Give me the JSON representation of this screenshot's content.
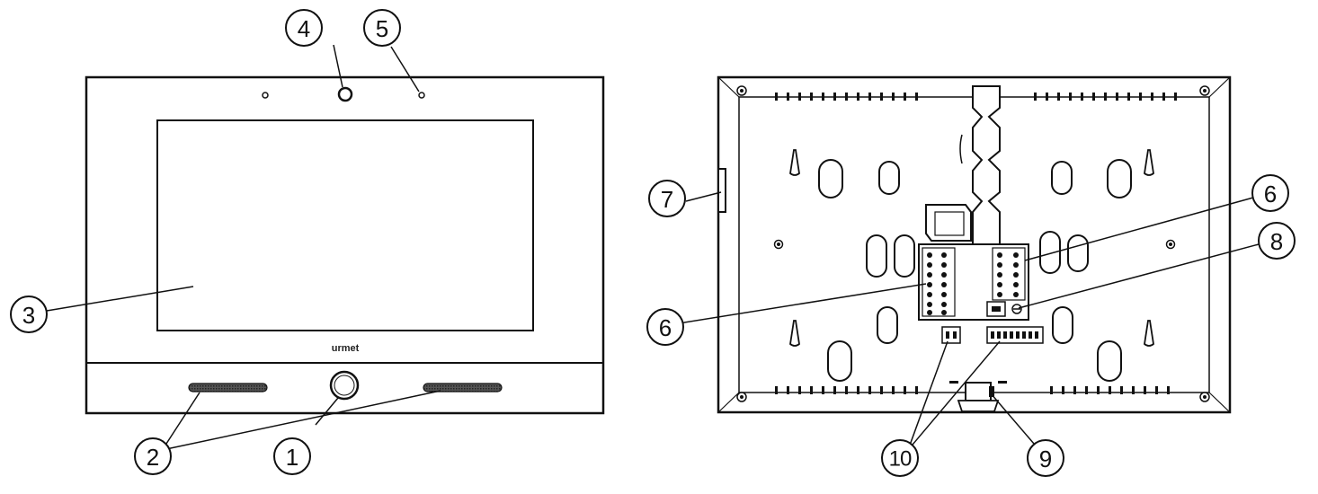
{
  "front_view": {
    "brand_logo": "urmet",
    "callouts": [
      "1",
      "2",
      "3",
      "4",
      "5"
    ]
  },
  "rear_view": {
    "callouts": [
      "6",
      "6",
      "7",
      "8",
      "9",
      "10"
    ]
  },
  "icons": [
    "camera-lens-icon",
    "led-indicator-icon",
    "speaker-grille-icon",
    "home-button-icon",
    "terminal-block-icon",
    "dip-switch-icon"
  ]
}
